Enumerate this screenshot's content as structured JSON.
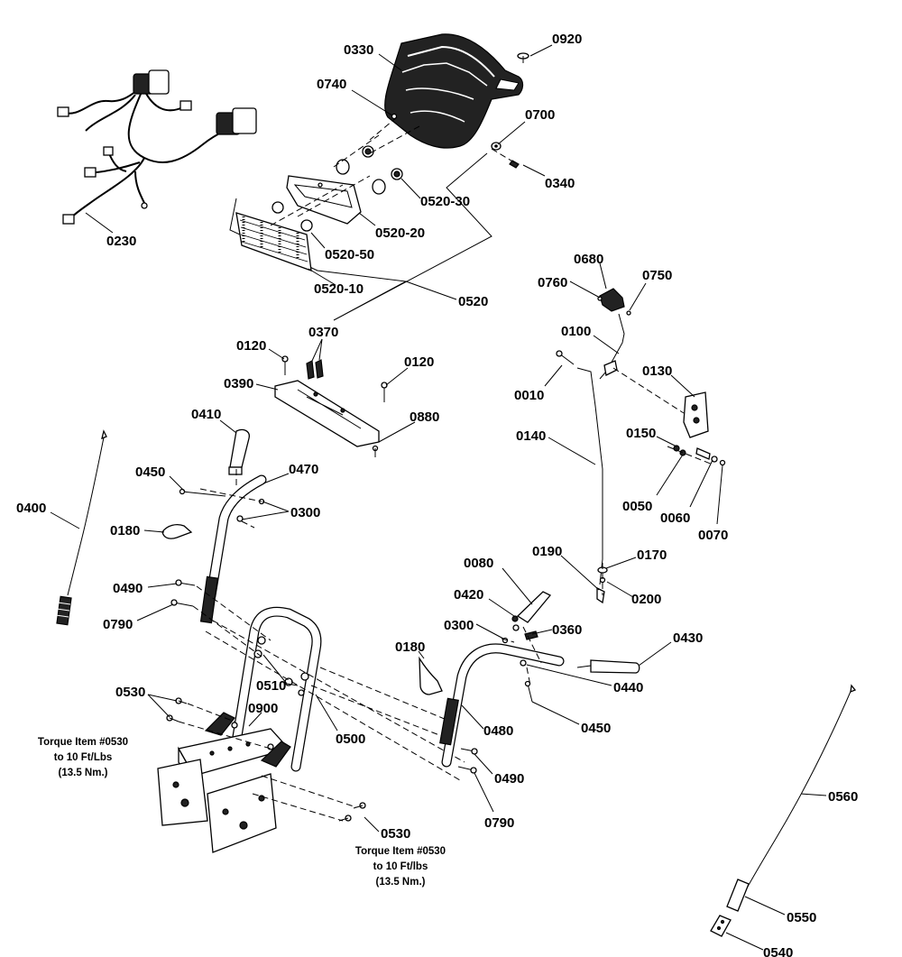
{
  "diagram": {
    "labels": {
      "p0330": "0330",
      "p0920": "0920",
      "p0740": "0740",
      "p0700": "0700",
      "p0340": "0340",
      "p0520_30": "0520-30",
      "p0520_20": "0520-20",
      "p0520_50": "0520-50",
      "p0520_10": "0520-10",
      "p0520": "0520",
      "p0230": "0230",
      "p0680": "0680",
      "p0760": "0760",
      "p0750": "0750",
      "p0100": "0100",
      "p0130": "0130",
      "p0010": "0010",
      "p0370": "0370",
      "p0120_a": "0120",
      "p0120_b": "0120",
      "p0390": "0390",
      "p0880": "0880",
      "p0410": "0410",
      "p0140": "0140",
      "p0150": "0150",
      "p0050": "0050",
      "p0060": "0060",
      "p0070": "0070",
      "p0450_a": "0450",
      "p0470": "0470",
      "p0400": "0400",
      "p0300_a": "0300",
      "p0180_a": "0180",
      "p0190": "0190",
      "p0170": "0170",
      "p0080": "0080",
      "p0200": "0200",
      "p0490_a": "0490",
      "p0420": "0420",
      "p0430": "0430",
      "p0790_a": "0790",
      "p0300_b": "0300",
      "p0360": "0360",
      "p0180_b": "0180",
      "p0510": "0510",
      "p0440": "0440",
      "p0530_a": "0530",
      "p0900": "0900",
      "p0450_b": "0450",
      "p0480": "0480",
      "p0500": "0500",
      "p0490_b": "0490",
      "p0560": "0560",
      "p0790_b": "0790",
      "p0530_b": "0530",
      "p0550": "0550",
      "p0540": "0540"
    },
    "notes": {
      "torque_left": [
        "Torque Item #0530",
        "to 10 Ft/Lbs",
        "(13.5 Nm.)"
      ],
      "torque_right": [
        "Torque Item #0530",
        "to 10 Ft/lbs",
        "(13.5 Nm.)"
      ]
    }
  }
}
